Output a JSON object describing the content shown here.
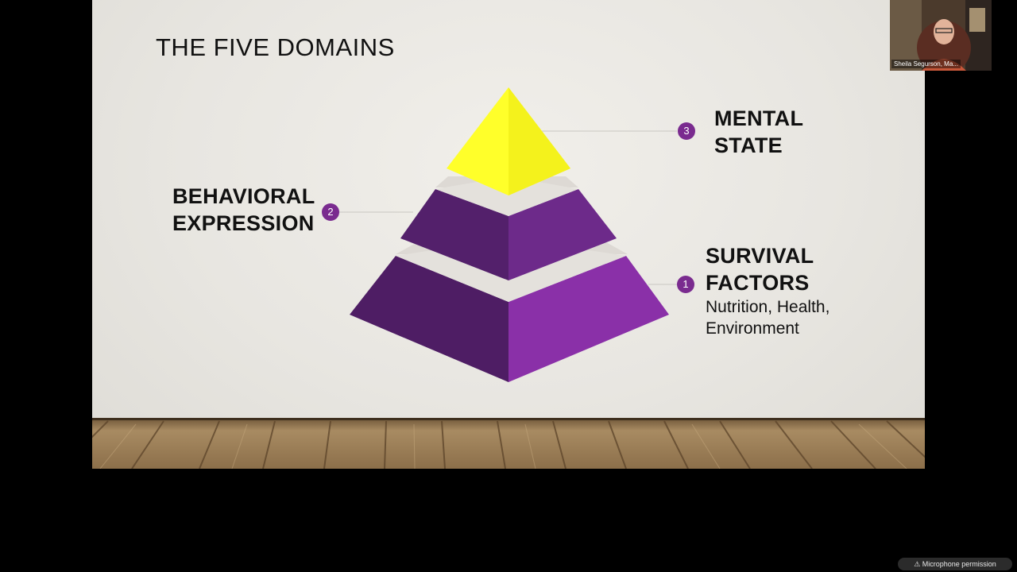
{
  "slide": {
    "title": "THE FIVE DOMAINS",
    "pyramid_colors": {
      "top": "#ffff2a",
      "middle_left": "#53206b",
      "middle_right": "#6d2a8a",
      "bottom_left": "#4e1d64",
      "bottom_right": "#8a30a8",
      "accent": "#7a2b8f"
    },
    "levels": [
      {
        "number": "3",
        "title_line1": "MENTAL",
        "title_line2": "STATE"
      },
      {
        "number": "2",
        "title_line1": "BEHAVIORAL",
        "title_line2": "EXPRESSION"
      },
      {
        "number": "1",
        "title_line1": "SURVIVAL",
        "title_line2": "FACTORS",
        "detail_line1": "Nutrition, Health,",
        "detail_line2": "Environment"
      }
    ]
  },
  "webcam": {
    "participant_name": "Sheila Segurson, Ma..."
  },
  "notification": {
    "text": "⚠ Microphone permission",
    "icon": "warning-icon"
  }
}
